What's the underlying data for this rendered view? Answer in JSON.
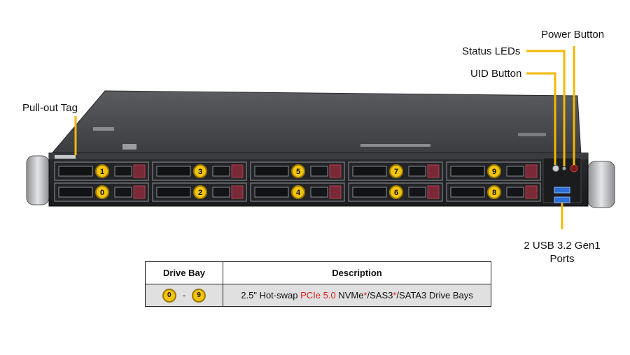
{
  "callouts": {
    "power_button": "Power Button",
    "status_leds": "Status LEDs",
    "uid_button": "UID Button",
    "pull_out_tag": "Pull-out Tag",
    "usb_line1": "2 USB 3.2 Gen1",
    "usb_line2": "Ports"
  },
  "bays": {
    "top_row": [
      "1",
      "3",
      "5",
      "7",
      "9"
    ],
    "bottom_row": [
      "0",
      "2",
      "4",
      "6",
      "8"
    ]
  },
  "table": {
    "headers": [
      "Drive Bay",
      "Description"
    ],
    "row": {
      "bay_from": "0",
      "bay_sep": "-",
      "bay_to": "9",
      "desc_a": "2.5\" Hot-swap ",
      "desc_red1": "PCIe 5.0",
      "desc_b": " NVMe",
      "desc_star1": "*",
      "desc_c": "/SAS3",
      "desc_star2": "*",
      "desc_d": "/SATA3 Drive Bays"
    }
  },
  "colors": {
    "callout_line": "#f2b800",
    "badge_fill": "#f2c40e",
    "highlight_red": "#e02020"
  }
}
